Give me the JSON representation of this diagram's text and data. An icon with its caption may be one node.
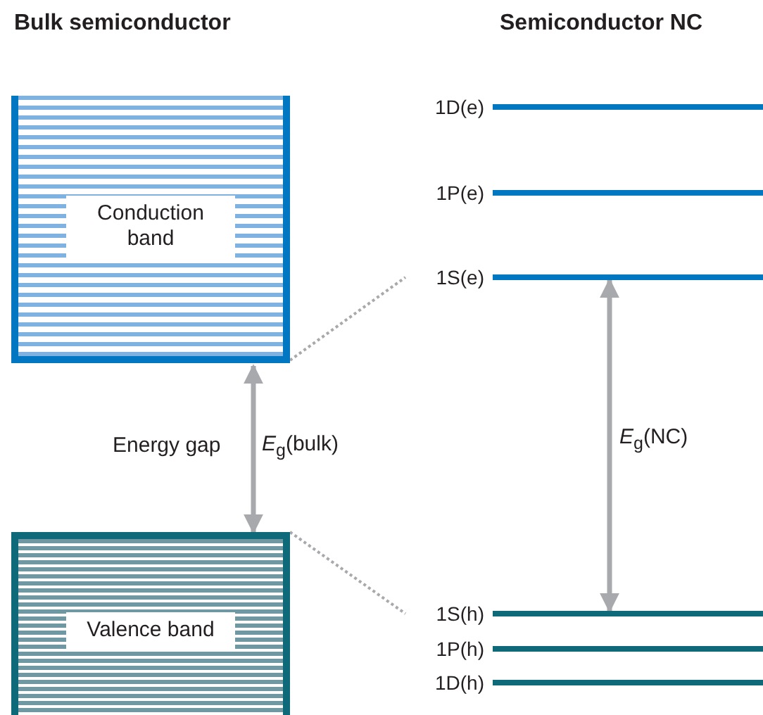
{
  "diagram": {
    "nodes": [
      {
        "text": [
          "Conduction band"
        ]
      },
      {
        "text": [
          "Valence band"
        ]
      },
      {
        "text": [
          "1D(e)"
        ]
      },
      {
        "text": [
          "1P(e)"
        ]
      },
      {
        "text": [
          "1S(e)"
        ]
      },
      {
        "text": [
          "1S(h)"
        ]
      },
      {
        "text": [
          "1P(h)"
        ]
      },
      {
        "text": [
          "1D(h)"
        ]
      }
    ],
    "edges": [
      {
        "from": 0,
        "to": 4,
        "arrow": "none",
        "style": "dashed"
      },
      {
        "from": 1,
        "to": 5,
        "arrow": "none",
        "style": "dashed"
      },
      {
        "from": 0,
        "to": 1,
        "arrow": "both",
        "label": "*E*$_{g}$(bulk)"
      },
      {
        "from": 4,
        "to": 5,
        "arrow": "both",
        "label": "*E*$_{g}$(NC)"
      }
    ],
    "labels": [
      "Bulk semiconductor",
      "Semiconductor NC",
      "Energy gap"
    ]
  }
}
